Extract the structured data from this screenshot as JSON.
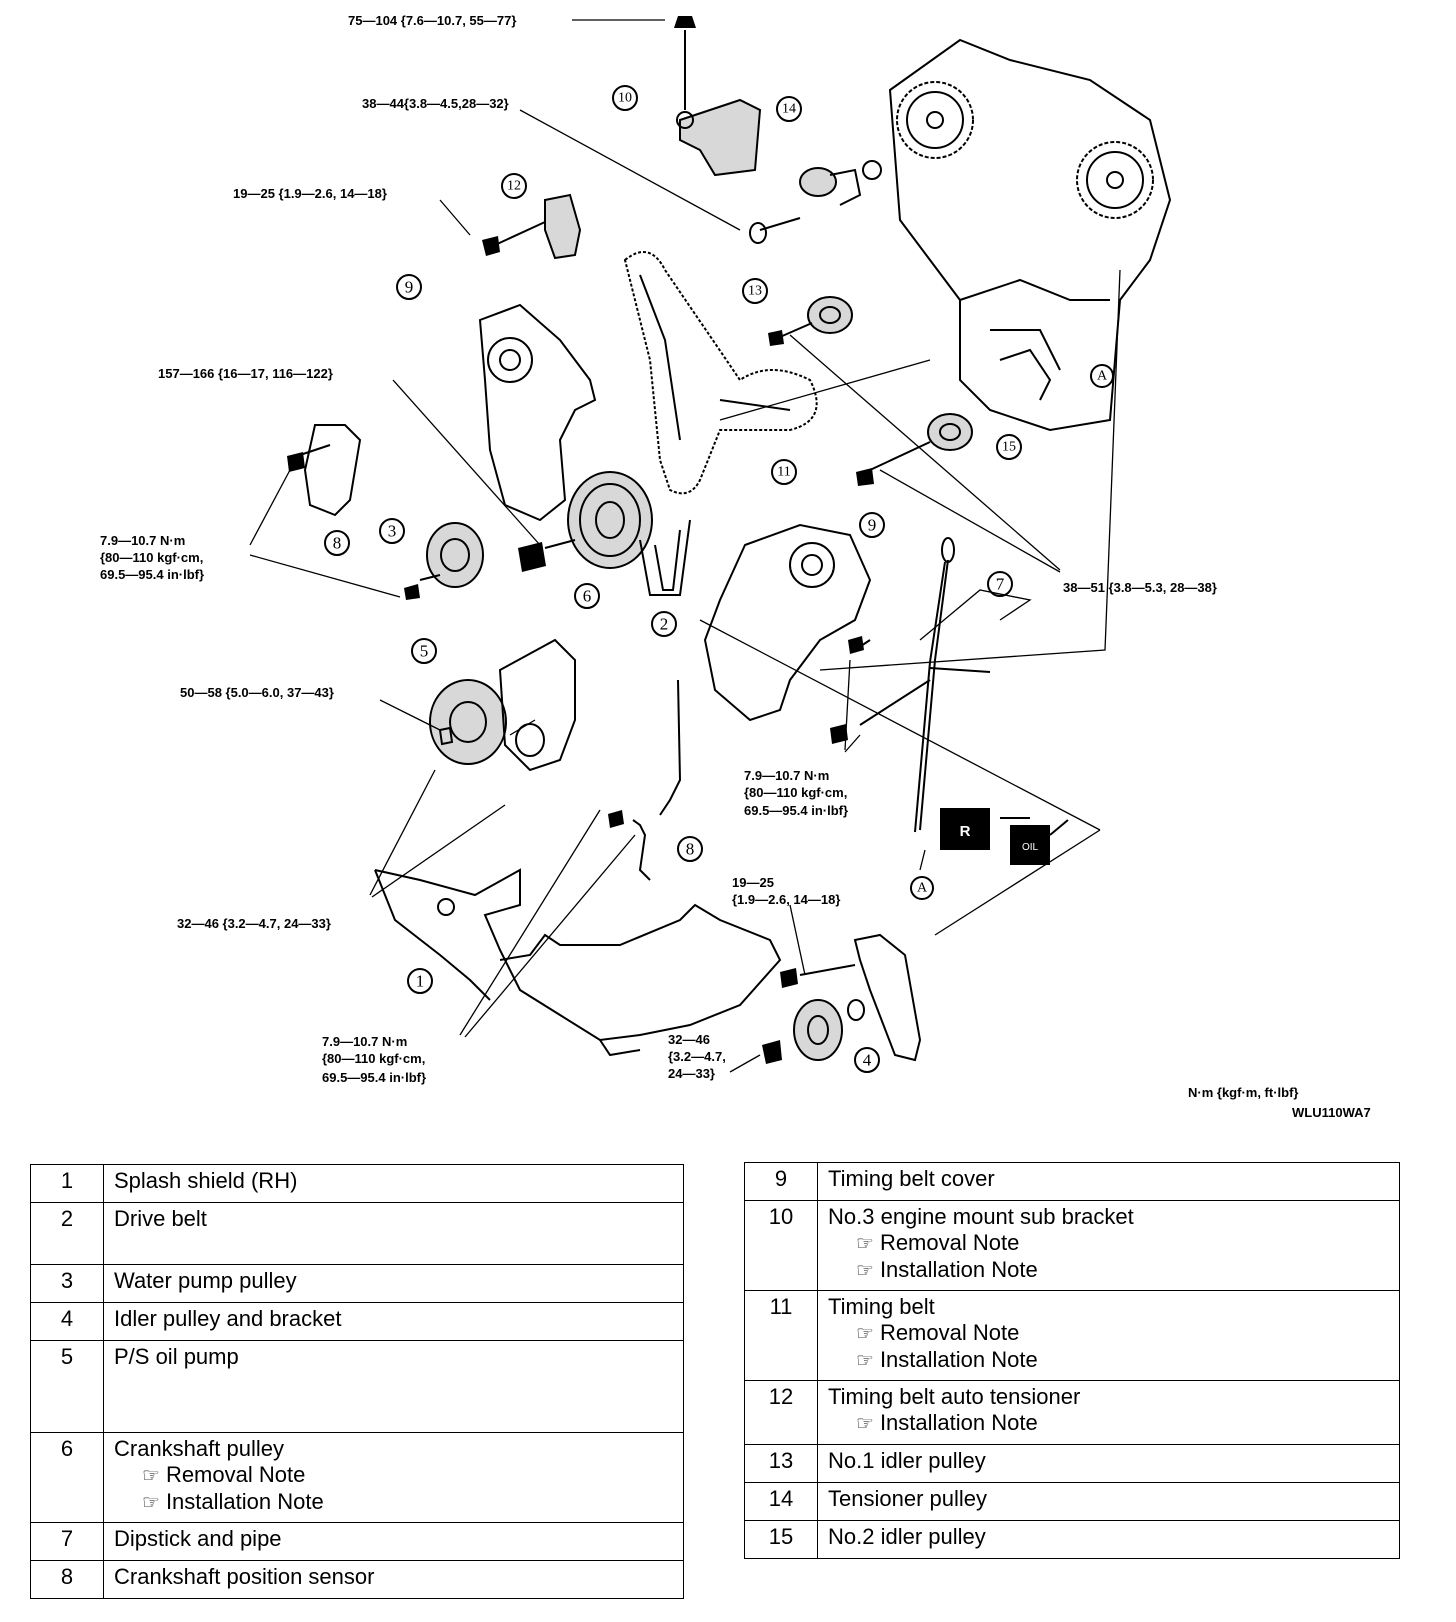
{
  "torque_labels": {
    "t1": "75—104 {7.6—10.7, 55—77}",
    "t2": "38—44{3.8—4.5,28—32}",
    "t3": "19—25 {1.9—2.6, 14—18}",
    "t4": "157—166 {16—17, 116—122}",
    "t5a": "7.9—10.7 N·m",
    "t5b": "{80—110 kgf·cm,",
    "t5c": "69.5—95.4 in·lbf}",
    "t6": "38—51 {3.8—5.3, 28—38}",
    "t7": "50—58 {5.0—6.0, 37—43}",
    "t8a": "7.9—10.7 N·m",
    "t8b": "{80—110 kgf·cm,",
    "t8c": "69.5—95.4 in·lbf}",
    "t9": "32—46 {3.2—4.7, 24—33}",
    "t10a": "19—25",
    "t10b": "{1.9—2.6, 14—18}",
    "t11a": "7.9—10.7 N·m",
    "t11b": "{80—110 kgf·cm,",
    "t11c": "69.5—95.4 in·lbf}",
    "t12a": "32—46",
    "t12b": "{3.2—4.7,",
    "t12c": "24—33}"
  },
  "markers": {
    "a1": "A",
    "a2": "A",
    "r_box": "R",
    "oil": "OIL"
  },
  "footer": {
    "units": "N·m {kgf·m, ft·lbf}",
    "code": "WLU110WA7"
  },
  "legend_left": [
    {
      "num": "1",
      "name": "Splash shield (RH)",
      "notes": []
    },
    {
      "num": "2",
      "name": "Drive belt",
      "notes": []
    },
    {
      "num": "3",
      "name": "Water pump pulley",
      "notes": []
    },
    {
      "num": "4",
      "name": "Idler pulley and bracket",
      "notes": []
    },
    {
      "num": "5",
      "name": "P/S oil pump",
      "notes": []
    },
    {
      "num": "6",
      "name": "Crankshaft pulley",
      "notes": [
        "Removal Note",
        "Installation Note"
      ]
    },
    {
      "num": "7",
      "name": "Dipstick and pipe",
      "notes": []
    },
    {
      "num": "8",
      "name": "Crankshaft position sensor",
      "notes": []
    }
  ],
  "legend_right": [
    {
      "num": "9",
      "name": "Timing belt cover",
      "notes": []
    },
    {
      "num": "10",
      "name": "No.3 engine mount sub bracket",
      "notes": [
        "Removal Note",
        "Installation Note"
      ]
    },
    {
      "num": "11",
      "name": "Timing belt",
      "notes": [
        "Removal Note",
        "Installation Note"
      ]
    },
    {
      "num": "12",
      "name": "Timing belt auto tensioner",
      "notes": [
        "Installation Note"
      ]
    },
    {
      "num": "13",
      "name": "No.1 idler pulley",
      "notes": []
    },
    {
      "num": "14",
      "name": "Tensioner pulley",
      "notes": []
    },
    {
      "num": "15",
      "name": "No.2 idler pulley",
      "notes": []
    }
  ],
  "callouts": {
    "c1": "1",
    "c2": "2",
    "c3": "3",
    "c4": "4",
    "c5": "5",
    "c6": "6",
    "c7": "7",
    "c8a": "8",
    "c8b": "8",
    "c9a": "9",
    "c9b": "9",
    "c10": "10",
    "c11": "11",
    "c12": "12",
    "c13": "13",
    "c14": "14",
    "c15": "15"
  }
}
